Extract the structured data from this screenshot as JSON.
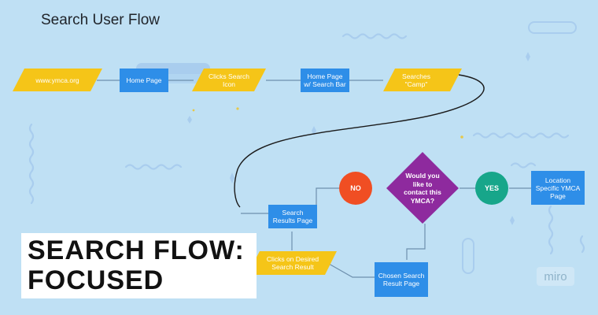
{
  "title": "Search User Flow",
  "banner": {
    "line1": "SEARCH FLOW:",
    "line2": "FOCUSED"
  },
  "watermark": "miro",
  "colors": {
    "background": "#bfe0f4",
    "process": "#2e8ee8",
    "io": "#f5c518",
    "decision": "#8e2a9e",
    "no": "#f04e23",
    "yes": "#17a68a",
    "connector": "#6d8fad",
    "curve": "#1a1a1a"
  },
  "nodes": {
    "ymca_site": "www.ymca.org",
    "home_page": "Home Page",
    "clicks_search_icon": "Clicks Search Icon",
    "home_page_search_bar": "Home Page w/ Search Bar",
    "searches_camp": "Searches \"Camp\"",
    "search_results_page": "Search Results Page",
    "no": "NO",
    "decision": "Would you like to contact this YMCA?",
    "yes": "YES",
    "location_page": "Location Specific YMCA Page",
    "clicks_desired_result": "Clicks on Desired Search Result",
    "chosen_result_page": "Chosen Search Result Page"
  }
}
